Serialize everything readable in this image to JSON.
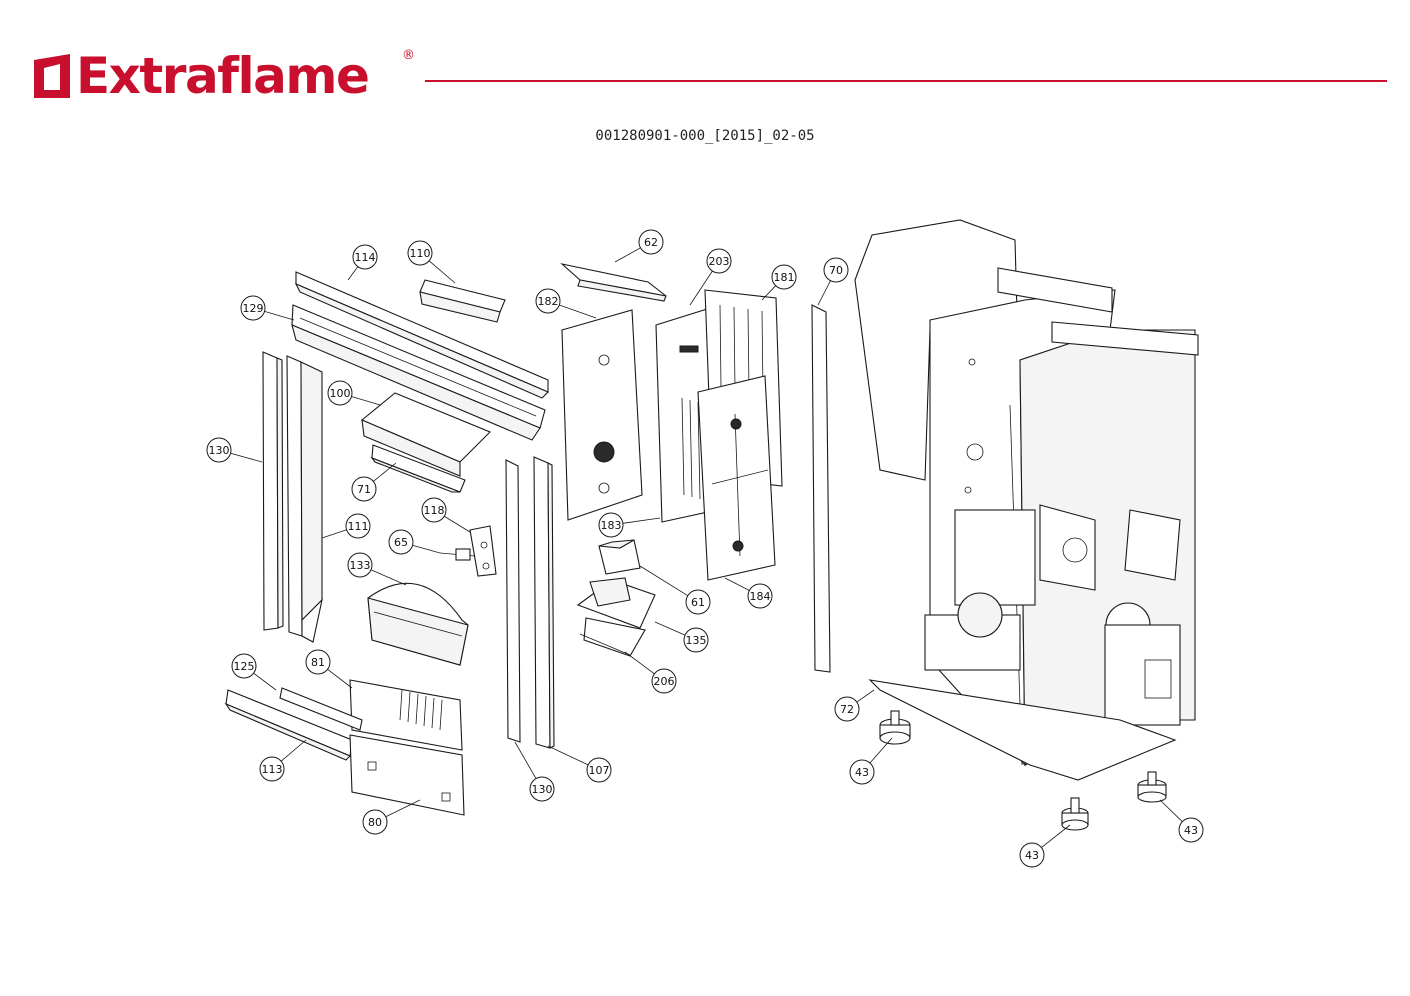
{
  "header": {
    "brand_name": "Extraflame",
    "brand_mark": "®",
    "document_code": "001280901-000_[2015]_02-05",
    "accent_color": "#c8102e"
  },
  "diagram": {
    "callouts": [
      {
        "id": "c114",
        "label": "114"
      },
      {
        "id": "c110",
        "label": "110"
      },
      {
        "id": "c62",
        "label": "62"
      },
      {
        "id": "c203",
        "label": "203"
      },
      {
        "id": "c181",
        "label": "181"
      },
      {
        "id": "c70",
        "label": "70"
      },
      {
        "id": "c129",
        "label": "129"
      },
      {
        "id": "c182",
        "label": "182"
      },
      {
        "id": "c100",
        "label": "100"
      },
      {
        "id": "c130a",
        "label": "130"
      },
      {
        "id": "c71",
        "label": "71"
      },
      {
        "id": "c118",
        "label": "118"
      },
      {
        "id": "c111",
        "label": "111"
      },
      {
        "id": "c183",
        "label": "183"
      },
      {
        "id": "c65",
        "label": "65"
      },
      {
        "id": "c133",
        "label": "133"
      },
      {
        "id": "c61",
        "label": "61"
      },
      {
        "id": "c184",
        "label": "184"
      },
      {
        "id": "c135",
        "label": "135"
      },
      {
        "id": "c125",
        "label": "125"
      },
      {
        "id": "c81",
        "label": "81"
      },
      {
        "id": "c206",
        "label": "206"
      },
      {
        "id": "c72",
        "label": "72"
      },
      {
        "id": "c113",
        "label": "113"
      },
      {
        "id": "c107",
        "label": "107"
      },
      {
        "id": "c43a",
        "label": "43"
      },
      {
        "id": "c130b",
        "label": "130"
      },
      {
        "id": "c80",
        "label": "80"
      },
      {
        "id": "c43b",
        "label": "43"
      },
      {
        "id": "c43c",
        "label": "43"
      }
    ]
  }
}
